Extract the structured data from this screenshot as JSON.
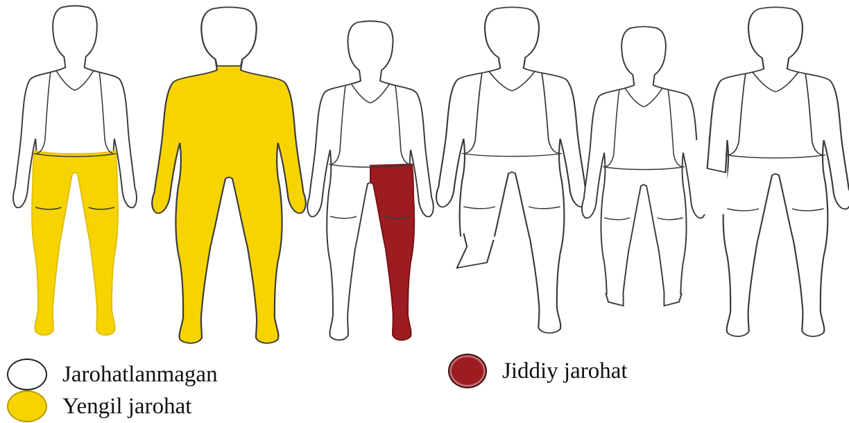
{
  "colors": {
    "outline": "#3a3a3a",
    "uninjured": "#ffffff",
    "light_injury": "#f7d400",
    "severe_injury": "#9c1c22"
  },
  "legend": {
    "uninjured": {
      "label": "Jarohatlanmagan",
      "color": "#ffffff"
    },
    "light": {
      "label": "Yengil jarohat",
      "color": "#f7d400"
    },
    "severe": {
      "label": "Jiddiy jarohat",
      "color": "#9c1c22"
    }
  },
  "figures": [
    {
      "id": "figure-1",
      "state": "legs-light-injury",
      "shading": "lower-body yellow"
    },
    {
      "id": "figure-2",
      "state": "full-light-injury",
      "shading": "whole body yellow"
    },
    {
      "id": "figure-3",
      "state": "one-leg-severe-injury",
      "shading": "one leg dark red"
    },
    {
      "id": "figure-4",
      "state": "lower-leg-amputation",
      "shading": "none"
    },
    {
      "id": "figure-5",
      "state": "both-lower-legs-amputation",
      "shading": "none"
    },
    {
      "id": "figure-6",
      "state": "forearm-amputation",
      "shading": "none"
    }
  ]
}
